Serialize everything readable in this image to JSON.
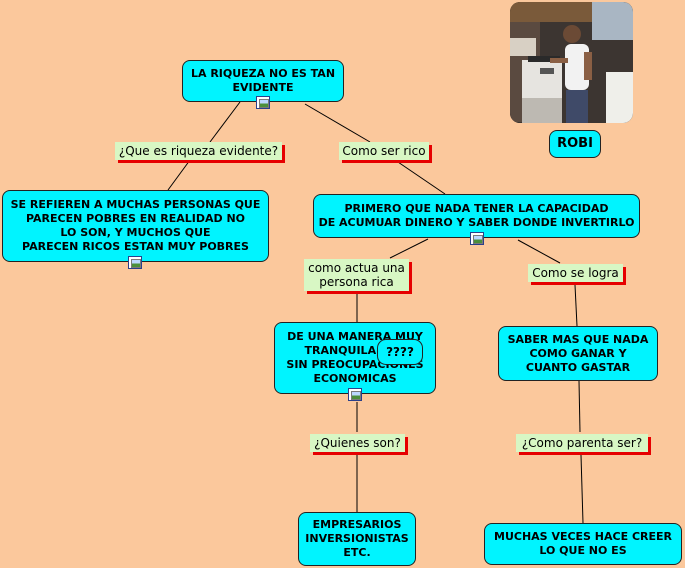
{
  "colors": {
    "background": "#fbc89c",
    "concept_fill": "#00f4ff",
    "linker_fill": "#d8f7c4",
    "linker_shadow": "#e60000"
  },
  "concepts": {
    "riqueza": "LA RIQUEZA NO ES TAN\nEVIDENTE",
    "refieren": "SE REFIEREN A MUCHAS PERSONAS QUE\nPARECEN POBRES EN REALIDAD NO\nLO SON, Y MUCHOS QUE\nPARECEN RICOS ESTAN MUY POBRES",
    "primero": "PRIMERO QUE NADA TENER LA CAPACIDAD\nDE ACUMUAR DINERO Y SABER DONDE INVERTIRLO",
    "manera": "DE UNA MANERA MUY\nTRANQUILA, SIN\nSIN PREOCUPACIONES\nECONOMICAS",
    "saber": "SABER MAS QUE NADA\nCOMO GANAR Y\nCUANTO GASTAR",
    "empresarios": "EMPRESARIOS\nINVERSIONISTAS\nETC.",
    "muchas": "MUCHAS VECES HACE CREER\nLO QUE NO ES",
    "robi": "ROBI",
    "tooltip": "????"
  },
  "linkers": {
    "que_es": "¿Que es riqueza evidente?",
    "como_ser": "Como ser rico",
    "como_actua": "como actua una\npersona rica",
    "como_logra": "Como se logra",
    "quienes": "¿Quienes son?",
    "parenta": "¿Como parenta ser?"
  },
  "icons": [
    "resource-image-icon"
  ]
}
